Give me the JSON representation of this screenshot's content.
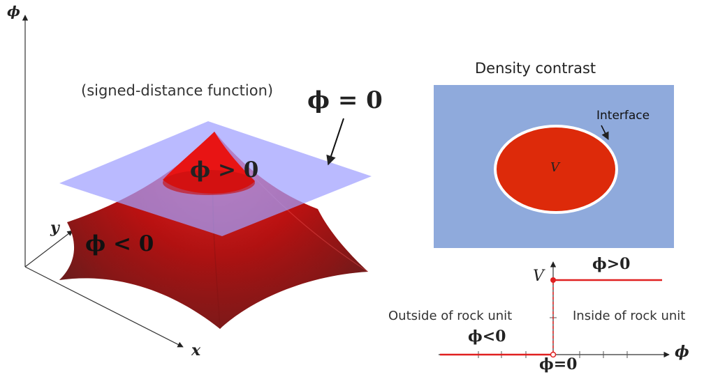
{
  "left_diagram": {
    "axis_phi": "ϕ",
    "axis_x": "x",
    "axis_y": "y",
    "sdf_caption": "(signed-distance function)",
    "plane_label": "ϕ = 0",
    "top_region_label": "ϕ > 0",
    "lower_region_label": "ϕ < 0",
    "colors": {
      "surface": "#e01010",
      "plane": "#9fa0ff"
    }
  },
  "density_panel": {
    "title": "Density contrast",
    "interface_label": "Interface",
    "body_label": "V",
    "colors": {
      "background": "#8faadc",
      "body": "#dd2a0a",
      "outline": "#ffffff"
    }
  },
  "step_plot": {
    "axis_v": "V",
    "axis_phi": "ϕ",
    "positive_label": "ϕ>0",
    "negative_label": "ϕ<0",
    "zero_label": "ϕ=0",
    "outside_label": "Outside of rock unit",
    "inside_label": "Inside of rock unit",
    "colors": {
      "step": "#e02020"
    }
  }
}
